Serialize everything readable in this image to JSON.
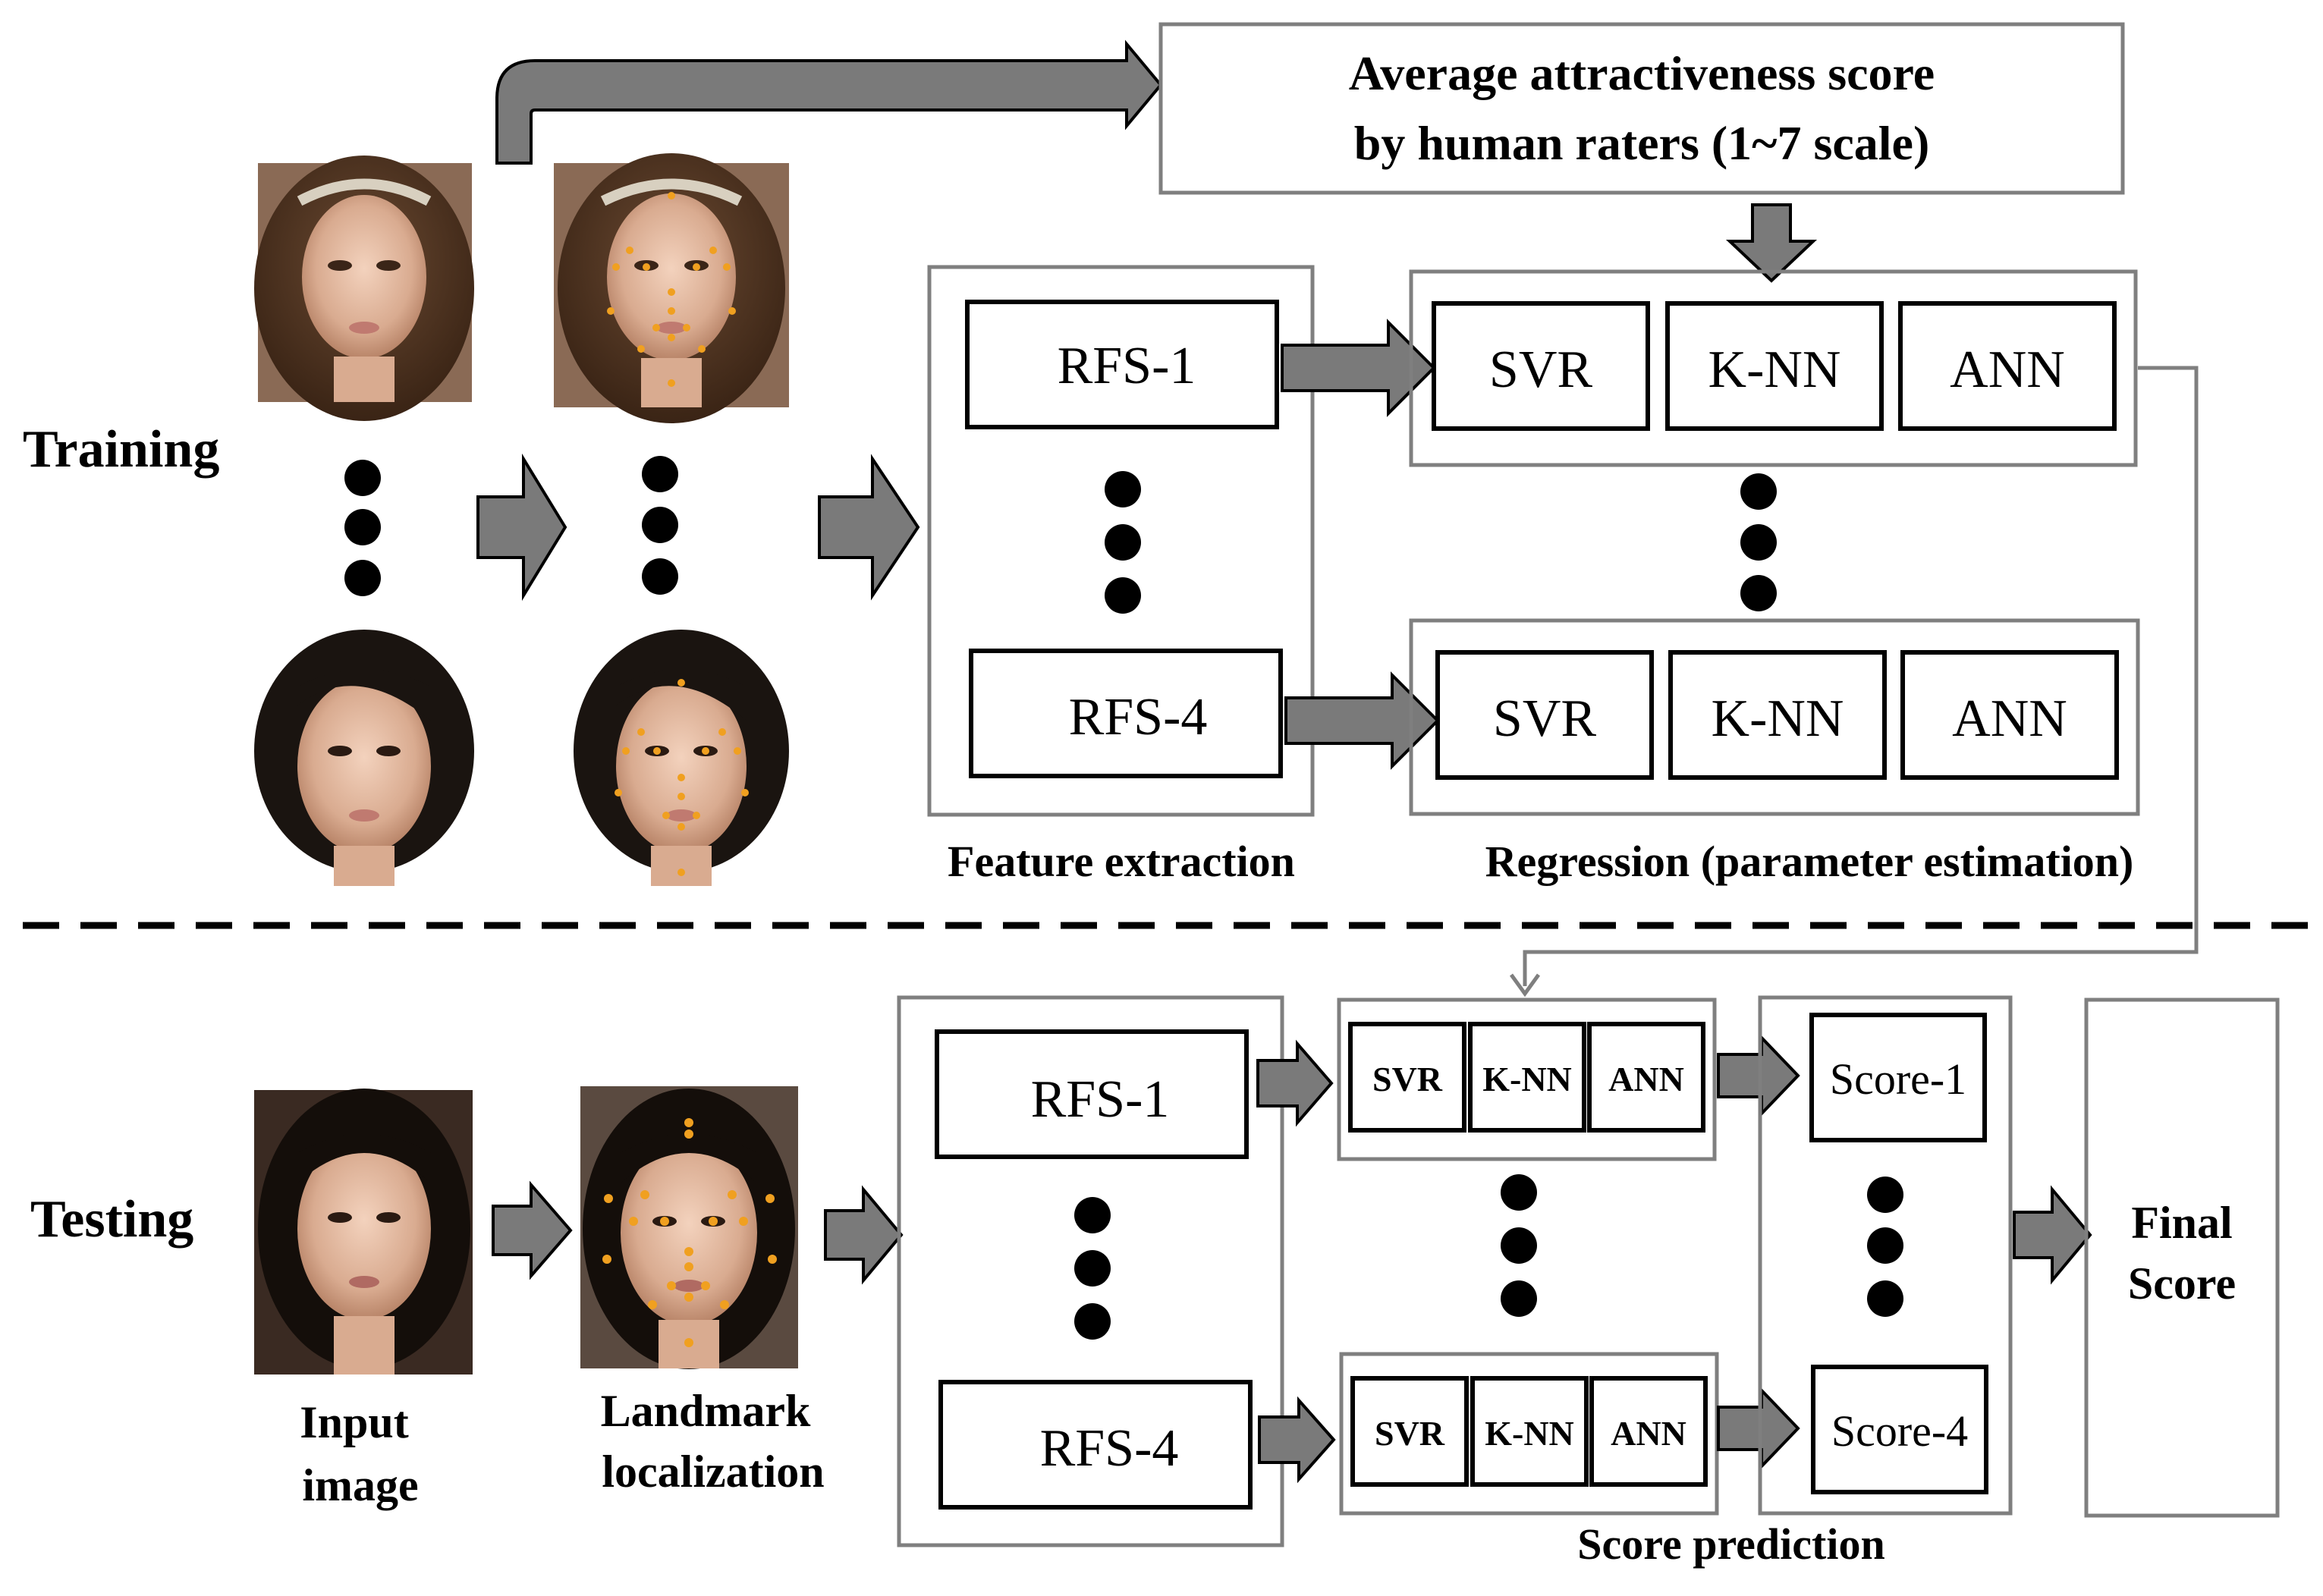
{
  "training": {
    "label": "Training",
    "avg_score_line1": "Average attractiveness score",
    "avg_score_line2": "by human raters (1~7 scale)",
    "rfs_top": "RFS-1",
    "rfs_bottom": "RFS-4",
    "regressors": [
      "SVR",
      "K-NN",
      "ANN"
    ],
    "feature_extraction_label": "Feature extraction",
    "regression_label": "Regression (parameter estimation)"
  },
  "testing": {
    "label": "Testing",
    "input_label_line1": "Input",
    "input_label_line2": "image",
    "landmark_label_line1": "Landmark",
    "landmark_label_line2": "localization",
    "rfs_top": "RFS-1",
    "rfs_bottom": "RFS-4",
    "regressors": [
      "SVR",
      "K-NN",
      "ANN"
    ],
    "score_top": "Score-1",
    "score_bottom": "Score-4",
    "score_prediction_label": "Score prediction",
    "final_line1": "Final",
    "final_line2": "Score"
  },
  "colors": {
    "arrow_fill": "#7a7a7a",
    "box_stroke_dark": "#000000",
    "box_stroke_gray": "#7f7f7f",
    "landmark": "#f0a020"
  }
}
